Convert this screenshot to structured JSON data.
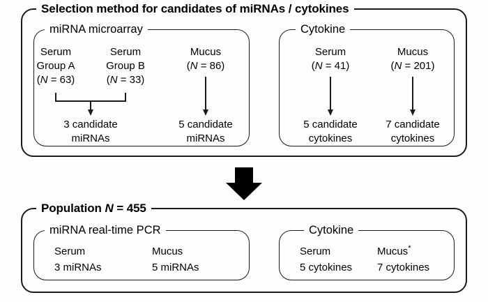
{
  "figure": {
    "title": "Selection method for candidates of miRNAs / cytokines",
    "population_label": "Population N = 455",
    "population_prefix": "Population ",
    "population_n": "N",
    "population_value": " = 455"
  },
  "stage1": {
    "legend": "Selection method for candidates of miRNAs / cytokines",
    "panels": [
      {
        "legend": "miRNA microarray",
        "columns": [
          {
            "name": "Serum Group A",
            "line1": "Serum",
            "line2": "Group A",
            "n_open": "(",
            "n_italic": "N",
            "n_rest": " = 63)"
          },
          {
            "name": "Serum Group B",
            "line1": "Serum",
            "line2": "Group B",
            "n_open": "(",
            "n_italic": "N",
            "n_rest": " = 33)"
          },
          {
            "name": "Mucus",
            "line1": "Mucus",
            "line2": "",
            "n_open": "(",
            "n_italic": "N",
            "n_rest": " = 86)"
          }
        ],
        "results": [
          {
            "line1": "3 candidate",
            "line2": "miRNAs"
          },
          {
            "line1": "5 candidate",
            "line2": "miRNAs"
          }
        ]
      },
      {
        "legend": "Cytokine",
        "columns": [
          {
            "name": "Serum",
            "line1": "Serum",
            "line2": "",
            "n_open": "(",
            "n_italic": "N",
            "n_rest": " = 41)"
          },
          {
            "name": "Mucus",
            "line1": "Mucus",
            "line2": "",
            "n_open": "(",
            "n_italic": "N",
            "n_rest": " = 201)"
          }
        ],
        "results": [
          {
            "line1": "5 candidate",
            "line2": "cytokines"
          },
          {
            "line1": "7 candidate",
            "line2": "cytokines"
          }
        ]
      }
    ]
  },
  "stage2": {
    "legend": "Population N = 455",
    "panels": [
      {
        "legend": "miRNA real-time PCR",
        "items": [
          {
            "source": "Serum",
            "value": "3 miRNAs",
            "asterisk": ""
          },
          {
            "source": "Mucus",
            "value": "5 miRNAs",
            "asterisk": ""
          }
        ]
      },
      {
        "legend": "Cytokine",
        "items": [
          {
            "source": "Serum",
            "value": "5 cytokines",
            "asterisk": ""
          },
          {
            "source": "Mucus",
            "value": "7 cytokines",
            "asterisk": "*"
          }
        ]
      }
    ]
  },
  "colors": {
    "stroke": "#1a1a1a",
    "arrow_fill": "#000000",
    "background": "#fdfdfd"
  },
  "chart_data": {
    "type": "diagram",
    "title": "Selection method for candidates of miRNAs / cytokines",
    "nodes": [
      {
        "stage": "selection",
        "panel": "miRNA microarray",
        "label": "Serum Group A",
        "n": 63
      },
      {
        "stage": "selection",
        "panel": "miRNA microarray",
        "label": "Serum Group B",
        "n": 33
      },
      {
        "stage": "selection",
        "panel": "miRNA microarray",
        "label": "Mucus",
        "n": 86
      },
      {
        "stage": "selection",
        "panel": "Cytokine",
        "label": "Serum",
        "n": 41
      },
      {
        "stage": "selection",
        "panel": "Cytokine",
        "label": "Mucus",
        "n": 201
      },
      {
        "stage": "selection-result",
        "panel": "miRNA microarray",
        "label": "3 candidate miRNAs",
        "count": 3
      },
      {
        "stage": "selection-result",
        "panel": "miRNA microarray",
        "label": "5 candidate miRNAs",
        "count": 5
      },
      {
        "stage": "selection-result",
        "panel": "Cytokine",
        "label": "5 candidate cytokines",
        "count": 5
      },
      {
        "stage": "selection-result",
        "panel": "Cytokine",
        "label": "7 candidate cytokines",
        "count": 7
      },
      {
        "stage": "population",
        "panel": "miRNA real-time PCR",
        "label": "Serum 3 miRNAs",
        "count": 3
      },
      {
        "stage": "population",
        "panel": "miRNA real-time PCR",
        "label": "Mucus 5 miRNAs",
        "count": 5
      },
      {
        "stage": "population",
        "panel": "Cytokine",
        "label": "Serum 5 cytokines",
        "count": 5
      },
      {
        "stage": "population",
        "panel": "Cytokine",
        "label": "Mucus* 7 cytokines",
        "count": 7
      }
    ],
    "population_total": 455
  }
}
